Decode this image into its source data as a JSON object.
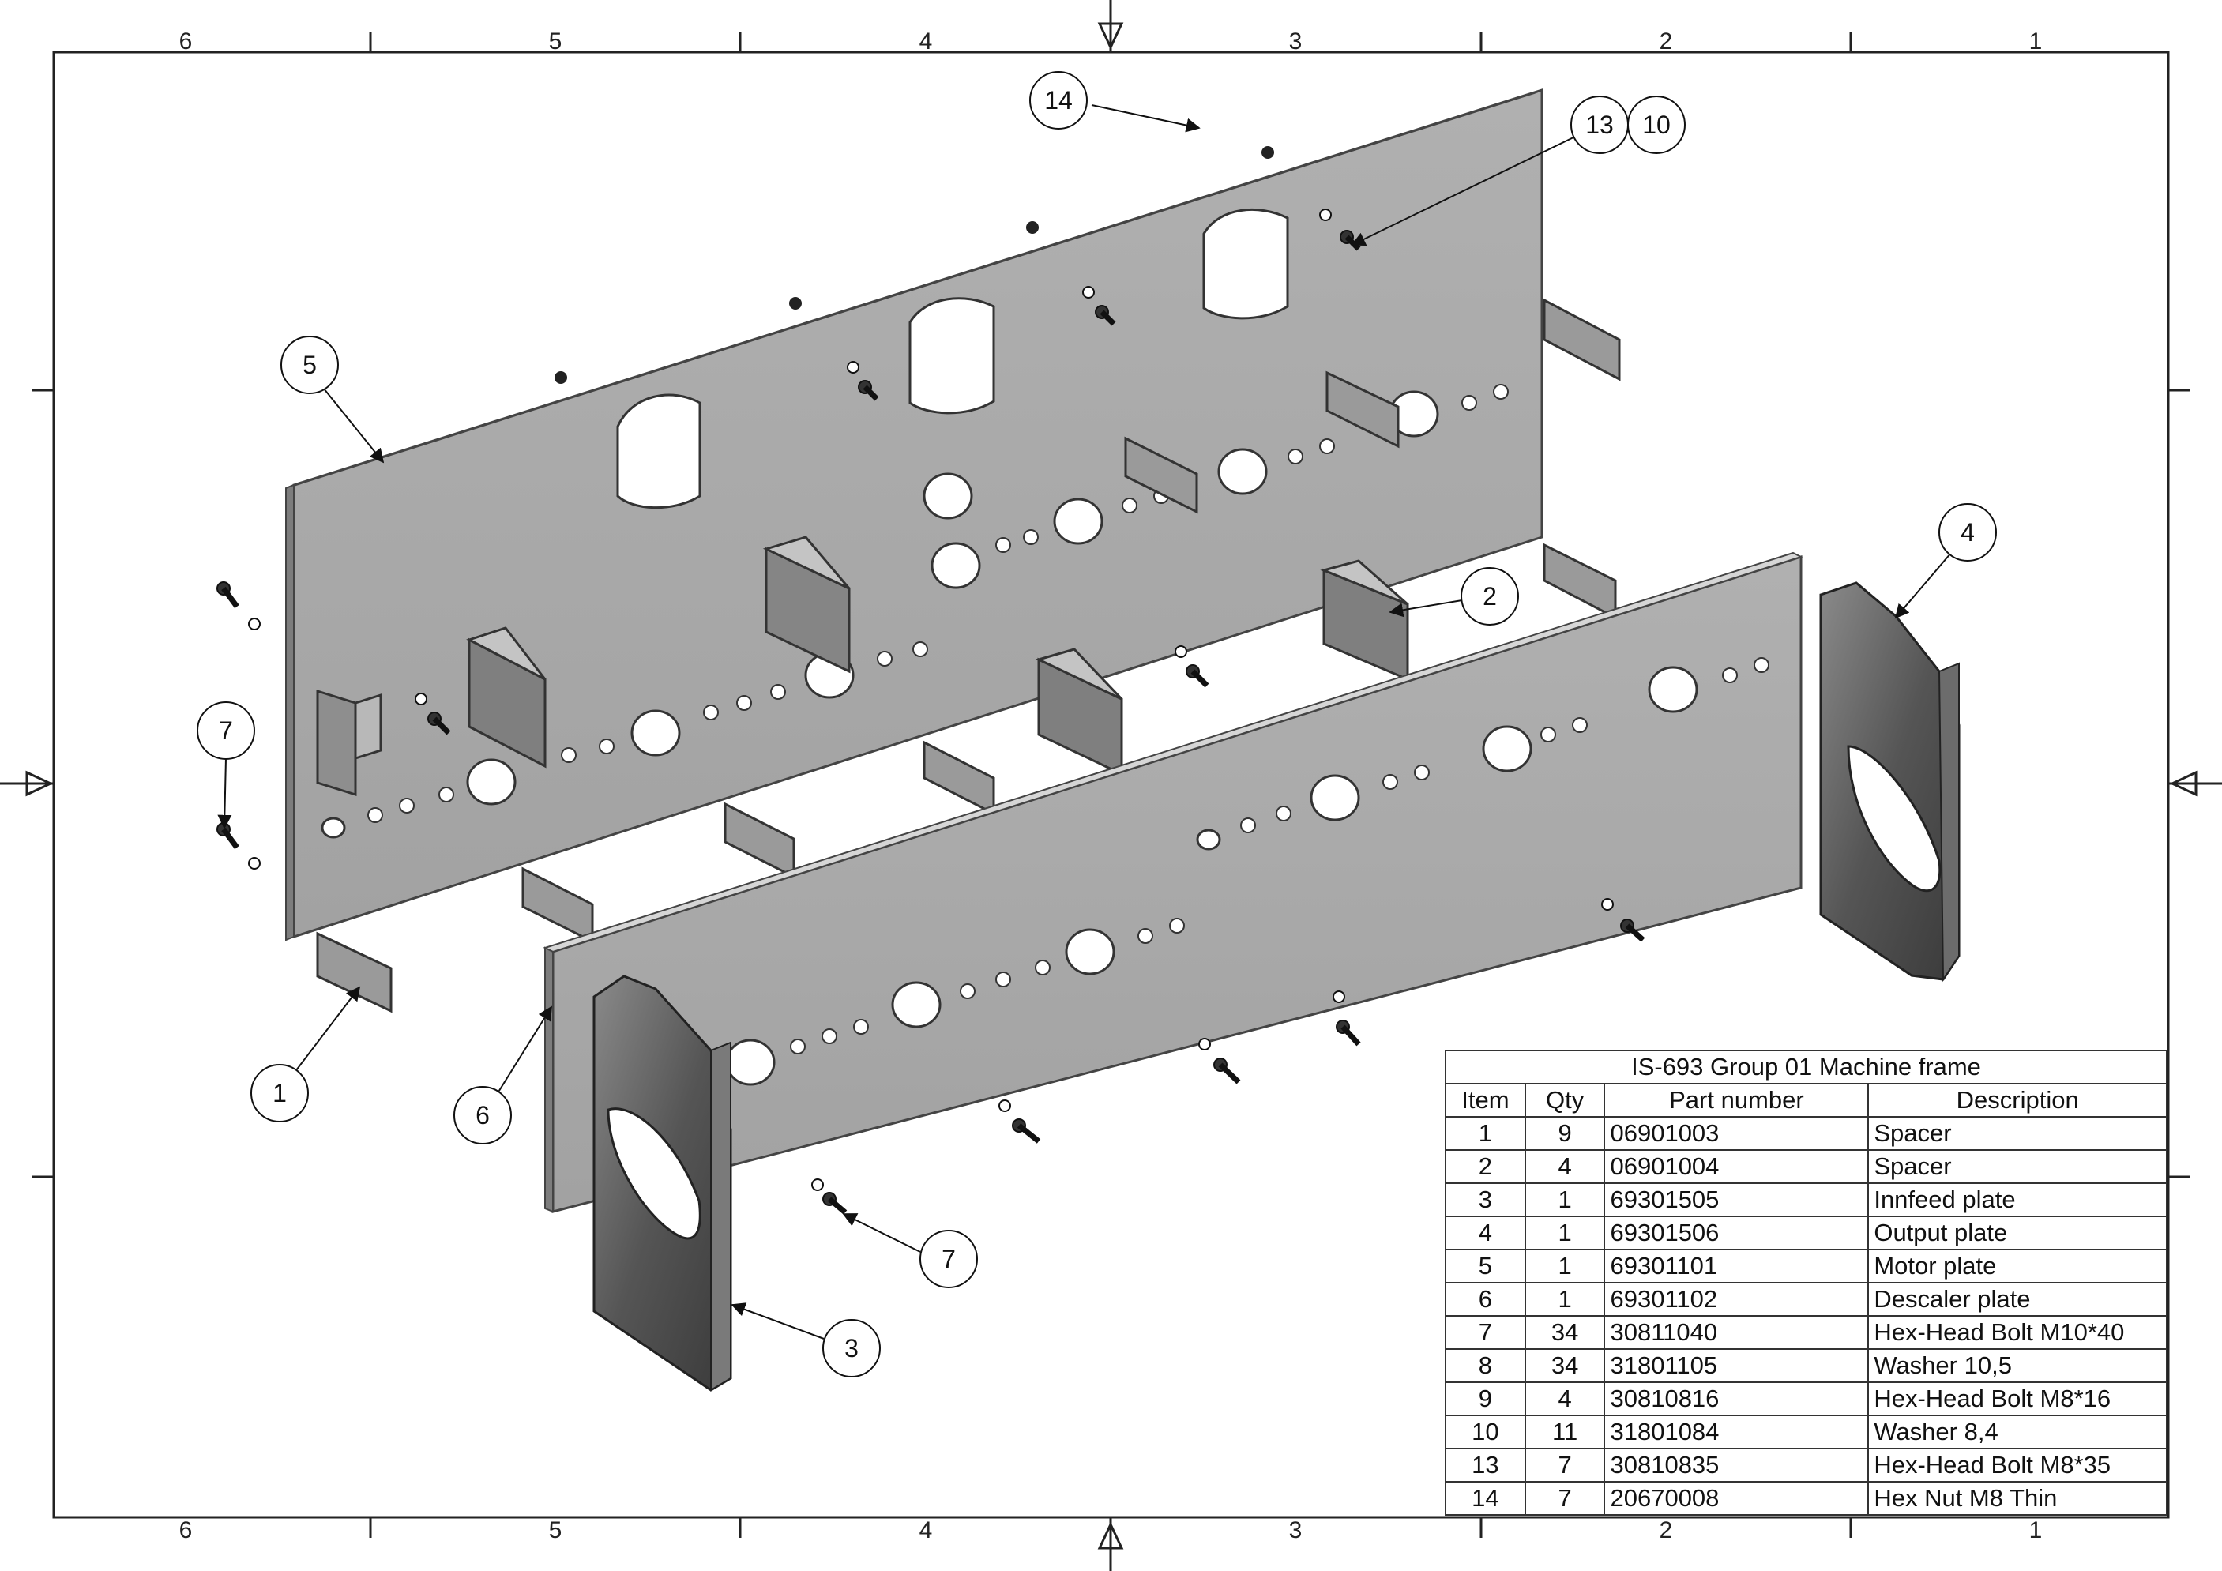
{
  "zones": {
    "columns": [
      "6",
      "5",
      "4",
      "3",
      "2",
      "1"
    ]
  },
  "balloons": [
    {
      "id": "b14",
      "label": "14"
    },
    {
      "id": "b13",
      "label": "13"
    },
    {
      "id": "b10",
      "label": "10"
    },
    {
      "id": "b5",
      "label": "5"
    },
    {
      "id": "b2",
      "label": "2"
    },
    {
      "id": "b4",
      "label": "4"
    },
    {
      "id": "b7a",
      "label": "7"
    },
    {
      "id": "b1",
      "label": "1"
    },
    {
      "id": "b6",
      "label": "6"
    },
    {
      "id": "b7b",
      "label": "7"
    },
    {
      "id": "b3",
      "label": "3"
    }
  ],
  "bom": {
    "title": "IS-693 Group 01 Machine frame",
    "headers": [
      "Item",
      "Qty",
      "Part number",
      "Description"
    ],
    "rows": [
      [
        "1",
        "9",
        "06901003",
        "Spacer"
      ],
      [
        "2",
        "4",
        "06901004",
        "Spacer"
      ],
      [
        "3",
        "1",
        "69301505",
        "Innfeed plate"
      ],
      [
        "4",
        "1",
        "69301506",
        "Output plate"
      ],
      [
        "5",
        "1",
        "69301101",
        "Motor plate"
      ],
      [
        "6",
        "1",
        "69301102",
        "Descaler plate"
      ],
      [
        "7",
        "34",
        "30811040",
        "Hex-Head Bolt M10*40"
      ],
      [
        "8",
        "34",
        "31801105",
        "Washer 10,5"
      ],
      [
        "9",
        "4",
        "30810816",
        "Hex-Head Bolt  M8*16"
      ],
      [
        "10",
        "11",
        "31801084",
        "Washer 8,4"
      ],
      [
        "13",
        "7",
        "30810835",
        "Hex-Head Bolt M8*35"
      ],
      [
        "14",
        "7",
        "20670008",
        "Hex Nut M8 Thin"
      ]
    ]
  },
  "colors": {
    "plate_fill": "#a9a9a9",
    "plate_edge": "#6e6e6e",
    "end_plate_fill": "#5f5f5f",
    "spacer_fill": "#9a9a9a",
    "hole_fill": "#ffffff",
    "line": "#1a1a1a"
  }
}
